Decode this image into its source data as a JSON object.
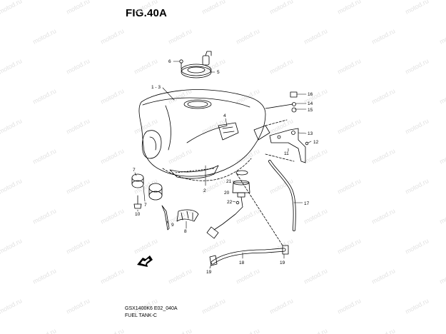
{
  "figure": {
    "title": "FIG.40A",
    "model_code": "GSX1400K6 E02_040A",
    "caption": "FUEL TANK-C",
    "watermark_text": "motod.ru"
  },
  "callouts": [
    {
      "id": "c1",
      "label": "1 - 3"
    },
    {
      "id": "c2",
      "label": "2"
    },
    {
      "id": "c4",
      "label": "4"
    },
    {
      "id": "c5",
      "label": "5"
    },
    {
      "id": "c6",
      "label": "6"
    },
    {
      "id": "c7a",
      "label": "7"
    },
    {
      "id": "c7b",
      "label": "7"
    },
    {
      "id": "c8",
      "label": "8"
    },
    {
      "id": "c9",
      "label": "9"
    },
    {
      "id": "c10",
      "label": "10"
    },
    {
      "id": "c11",
      "label": "11"
    },
    {
      "id": "c12",
      "label": "12"
    },
    {
      "id": "c13",
      "label": "13"
    },
    {
      "id": "c14",
      "label": "14"
    },
    {
      "id": "c15",
      "label": "15"
    },
    {
      "id": "c16",
      "label": "16"
    },
    {
      "id": "c17",
      "label": "17"
    },
    {
      "id": "c18",
      "label": "18"
    },
    {
      "id": "c19a",
      "label": "19"
    },
    {
      "id": "c19b",
      "label": "19"
    },
    {
      "id": "c20",
      "label": "20"
    },
    {
      "id": "c21",
      "label": "21"
    },
    {
      "id": "c22",
      "label": "22"
    }
  ]
}
